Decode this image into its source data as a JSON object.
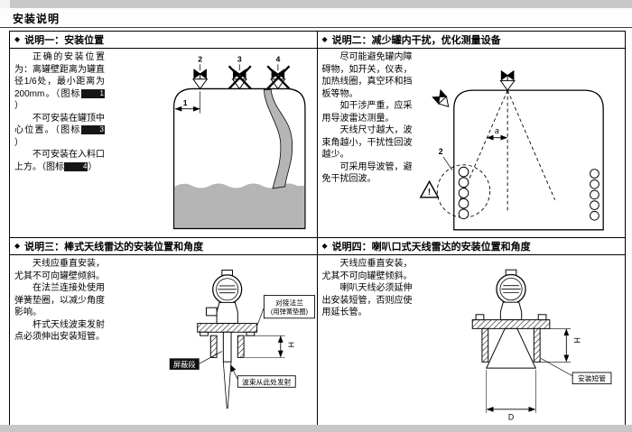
{
  "document": {
    "title": "安装说明"
  },
  "panels": {
    "p1": {
      "bullet": "◆",
      "title": "说明一：安装位置",
      "paragraphs": [
        {
          "text": "正确的安装位置为：离罐壁距离为罐直径1/6处，最小距离为200mm。（图标",
          "num": "1",
          "tail": "）"
        },
        {
          "text": "不可安装在罐顶中心位置。（图标",
          "num": "3",
          "tail": "）"
        },
        {
          "text": "不可安装在入料口上方。（图标",
          "num": "4",
          "tail": "）"
        }
      ],
      "diagram": {
        "label_antenna2": "2",
        "label_antenna3": "3",
        "label_antenna4": "4",
        "dim_wall_distance": "1"
      }
    },
    "p2": {
      "bullet": "◆",
      "title": "说明二：减少罐内干扰，优化测量设备",
      "paragraphs": [
        {
          "text": "尽可能避免罐内障碍物，如开关，仪表，加热线圈，真空环和挡板等物。"
        },
        {
          "text": "如干涉严重，应采用导波雷达测量。"
        },
        {
          "text": "天线尺寸越大，波束角越小，干扰性回波越少。"
        },
        {
          "text": "可采用导波管，避免干扰回波。"
        }
      ],
      "diagram": {
        "label_obstacle": "2",
        "label_beam_angle": "a",
        "warning_mark": "!"
      }
    },
    "p3": {
      "bullet": "◆",
      "title": "说明三：棒式天线雷达的安装位置和角度",
      "paragraphs": [
        {
          "text": "天线应垂直安装，尤其不可向罐壁倾斜。"
        },
        {
          "text": "在法兰连接处使用弹簧垫圈，以减少角度影响。"
        },
        {
          "text": "杆式天线波束发射点必须伸出安装短管。"
        }
      ],
      "diagram": {
        "flange_label_line1": "对接法兰",
        "flange_label_line2": "(用弹簧垫圈)",
        "shield_label": "屏蔽段",
        "beam_label": "波束从此处发射",
        "dim_h": "H"
      }
    },
    "p4": {
      "bullet": "◆",
      "title": "说明四：喇叭口式天线雷达的安装位置和角度",
      "paragraphs": [
        {
          "text": "天线应垂直安装，尤其不可向罐壁倾斜。"
        },
        {
          "text": "喇叭天线必须延伸出安装短管，否则应使用延长管。"
        }
      ],
      "diagram": {
        "nozzle_label": "安装短管",
        "dim_h": "H",
        "dim_d": "D"
      }
    }
  }
}
